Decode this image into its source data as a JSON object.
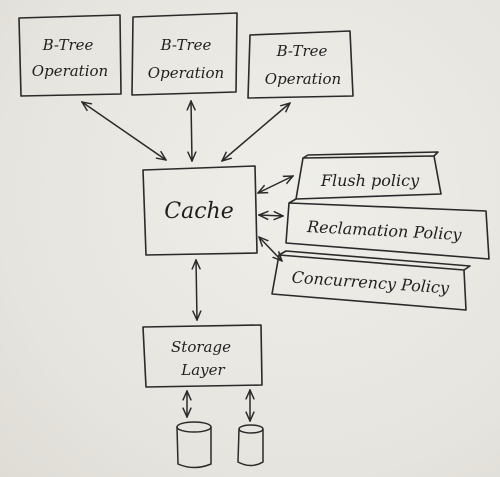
{
  "operations": [
    {
      "line1": "B-Tree",
      "line2": "Operation"
    },
    {
      "line1": "B-Tree",
      "line2": "Operation"
    },
    {
      "line1": "B-Tree",
      "line2": "Operation"
    }
  ],
  "cache": {
    "label": "Cache"
  },
  "policies": {
    "flush": "Flush policy",
    "reclamation": "Reclamation Policy",
    "concurrency": "Concurrency Policy"
  },
  "storage": {
    "line1": "Storage",
    "line2": "Layer"
  },
  "disks": [
    {
      "icon": "disk-cylinder-icon"
    },
    {
      "icon": "disk-cylinder-icon"
    }
  ]
}
